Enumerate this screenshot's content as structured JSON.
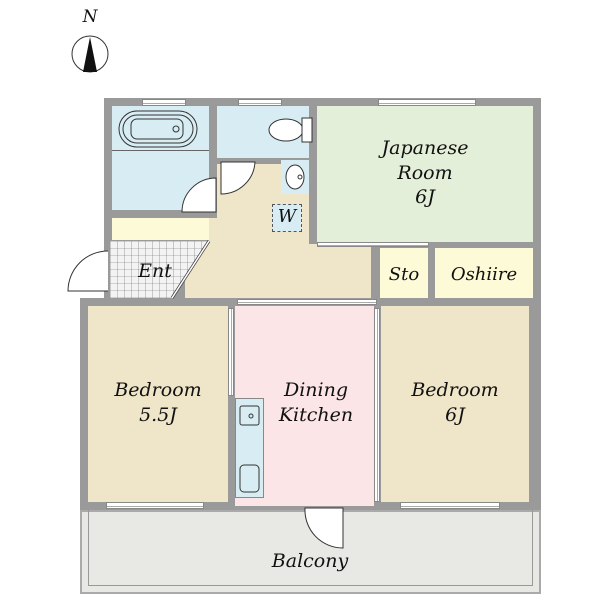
{
  "compass": {
    "label": "N",
    "icon": "north-arrow-icon"
  },
  "rooms": {
    "japanese_room": {
      "name": "Japanese",
      "name2": "Room",
      "size": "6J",
      "color": "#e3efd8"
    },
    "sto": {
      "name": "Sto",
      "color": "#fcfad7"
    },
    "oshiire": {
      "name": "Oshiire",
      "color": "#fcfad7"
    },
    "washroom": {
      "name": "W",
      "color": "#d8ecf3"
    },
    "entrance": {
      "name": "Ent"
    },
    "bedroom_left": {
      "name": "Bedroom",
      "size": "5.5J",
      "color": "#efe5c8"
    },
    "dining_kitchen": {
      "name": "Dining",
      "name2": "Kitchen",
      "color": "#fbe5e6"
    },
    "bedroom_right": {
      "name": "Bedroom",
      "size": "6J",
      "color": "#efe5c8"
    },
    "balcony": {
      "name": "Balcony",
      "color": "#e8e8e4"
    },
    "bath": {
      "color": "#d8ecf3"
    },
    "toilet": {
      "color": "#d8ecf3"
    },
    "hall": {
      "color": "#efe5c8"
    },
    "shoe_storage": {
      "color": "#fcfad7"
    }
  },
  "colors": {
    "wall": "#9a9a9a",
    "outline": "#555555"
  }
}
